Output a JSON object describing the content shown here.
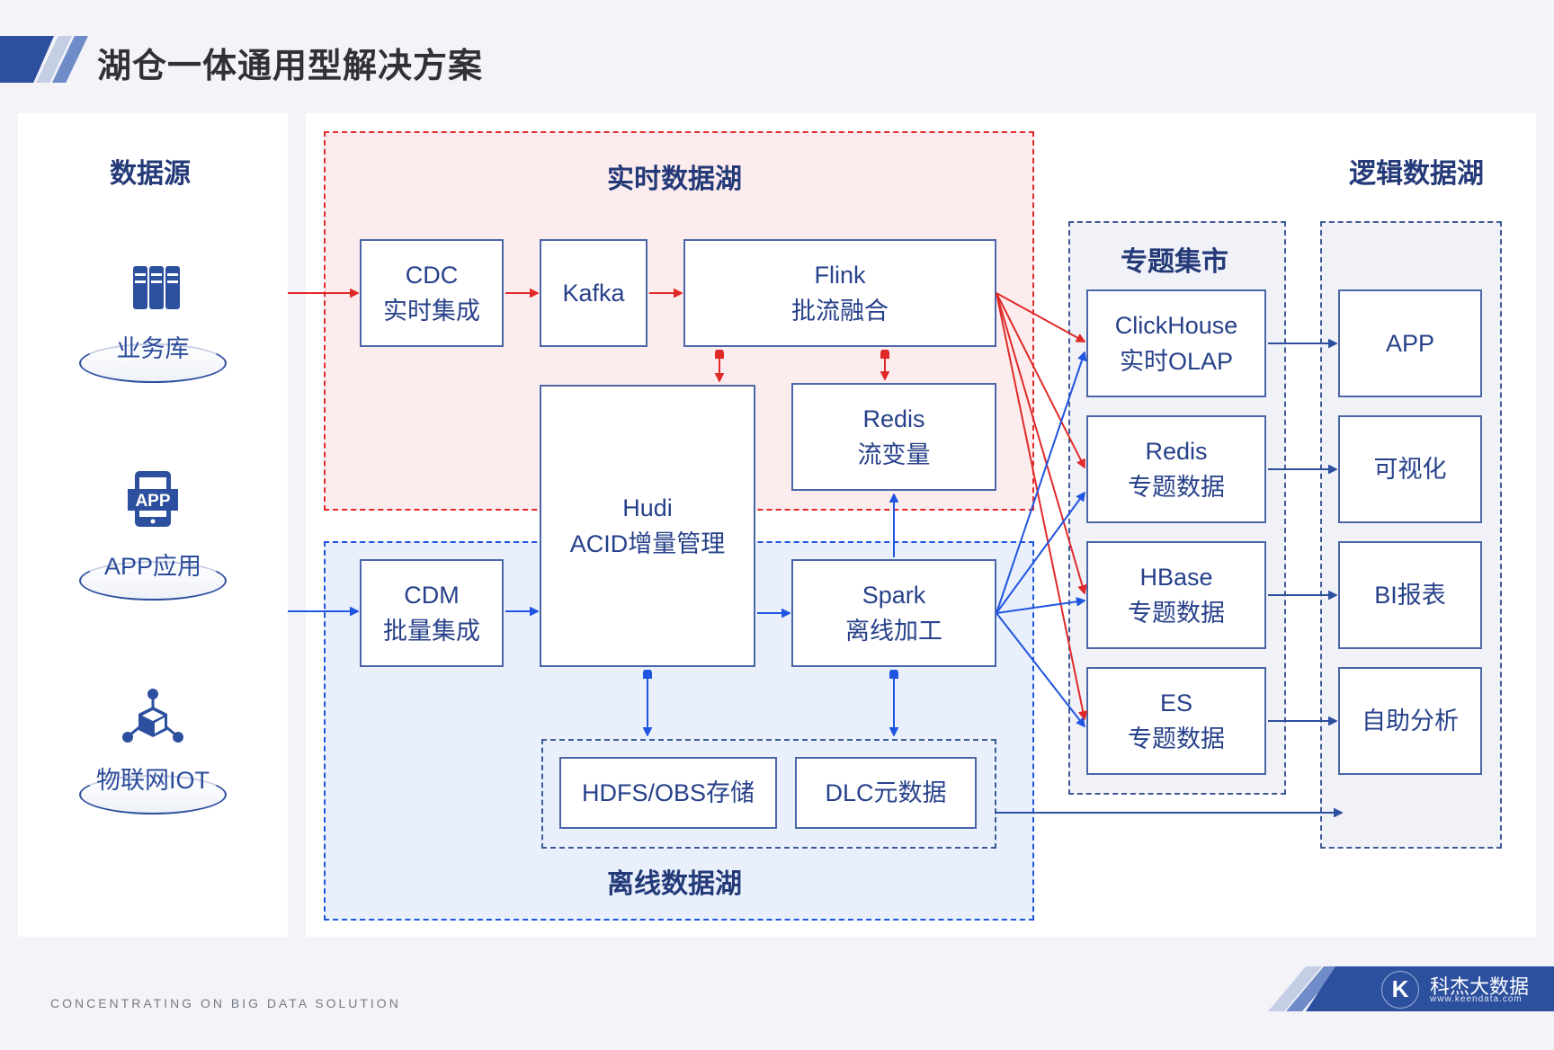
{
  "title": "湖仓一体通用型解决方案",
  "sources": {
    "heading": "数据源",
    "items": [
      {
        "label": "业务库",
        "icon": "database-icon"
      },
      {
        "label": "APP应用",
        "icon": "mobile-app-icon"
      },
      {
        "label": "物联网IOT",
        "icon": "iot-cube-icon"
      }
    ]
  },
  "realtime_lake": {
    "title": "实时数据湖",
    "cdc": {
      "line1": "CDC",
      "line2": "实时集成"
    },
    "kafka": {
      "line1": "Kafka"
    },
    "flink": {
      "line1": "Flink",
      "line2": "批流融合"
    },
    "redis": {
      "line1": "Redis",
      "line2": "流变量"
    }
  },
  "hudi": {
    "line1": "Hudi",
    "line2": "ACID增量管理"
  },
  "offline_lake": {
    "title": "离线数据湖",
    "cdm": {
      "line1": "CDM",
      "line2": "批量集成"
    },
    "spark": {
      "line1": "Spark",
      "line2": "离线加工"
    },
    "storage": {
      "line1": "HDFS/OBS存储"
    },
    "metadata": {
      "line1": "DLC元数据"
    }
  },
  "mart": {
    "title": "专题集市",
    "items": [
      {
        "line1": "ClickHouse",
        "line2": "实时OLAP"
      },
      {
        "line1": "Redis",
        "line2": "专题数据"
      },
      {
        "line1": "HBase",
        "line2": "专题数据"
      },
      {
        "line1": "ES",
        "line2": "专题数据"
      }
    ]
  },
  "logic_lake": {
    "title": "逻辑数据湖",
    "items": [
      "APP",
      "可视化",
      "BI报表",
      "自助分析"
    ]
  },
  "footer": {
    "slogan": "CONCENTRATING ON BIG DATA SOLUTION",
    "brand_name": "科杰大数据",
    "brand_url": "www.keendata.com",
    "brand_logo_letter": "K"
  },
  "colors": {
    "realtime": "#e02a2a",
    "offline": "#1f55e0",
    "neutral": "#2c4f9e"
  }
}
